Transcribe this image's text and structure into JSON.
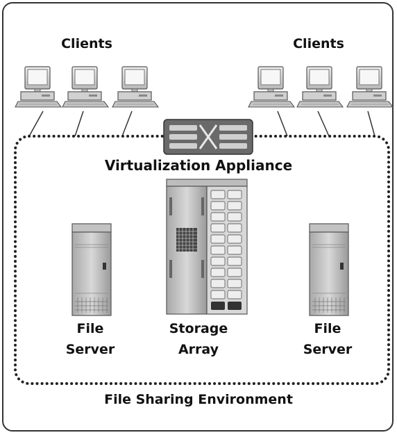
{
  "clients_left_label": "Clients",
  "clients_right_label": "Clients",
  "appliance_label": "Virtualization Appliance",
  "file_server_left": {
    "line1": "File",
    "line2": "Server"
  },
  "storage_array": {
    "line1": "Storage",
    "line2": "Array"
  },
  "file_server_right": {
    "line1": "File",
    "line2": "Server"
  },
  "environment_label": "File Sharing Environment",
  "icons": [
    "client-computer-icon",
    "virtualization-appliance-icon",
    "file-server-icon",
    "storage-array-icon"
  ],
  "colors": {
    "device_fill": "#d4d4d4",
    "device_stroke": "#555555",
    "appliance_fill": "#6a6a6a",
    "border": "#222222"
  }
}
